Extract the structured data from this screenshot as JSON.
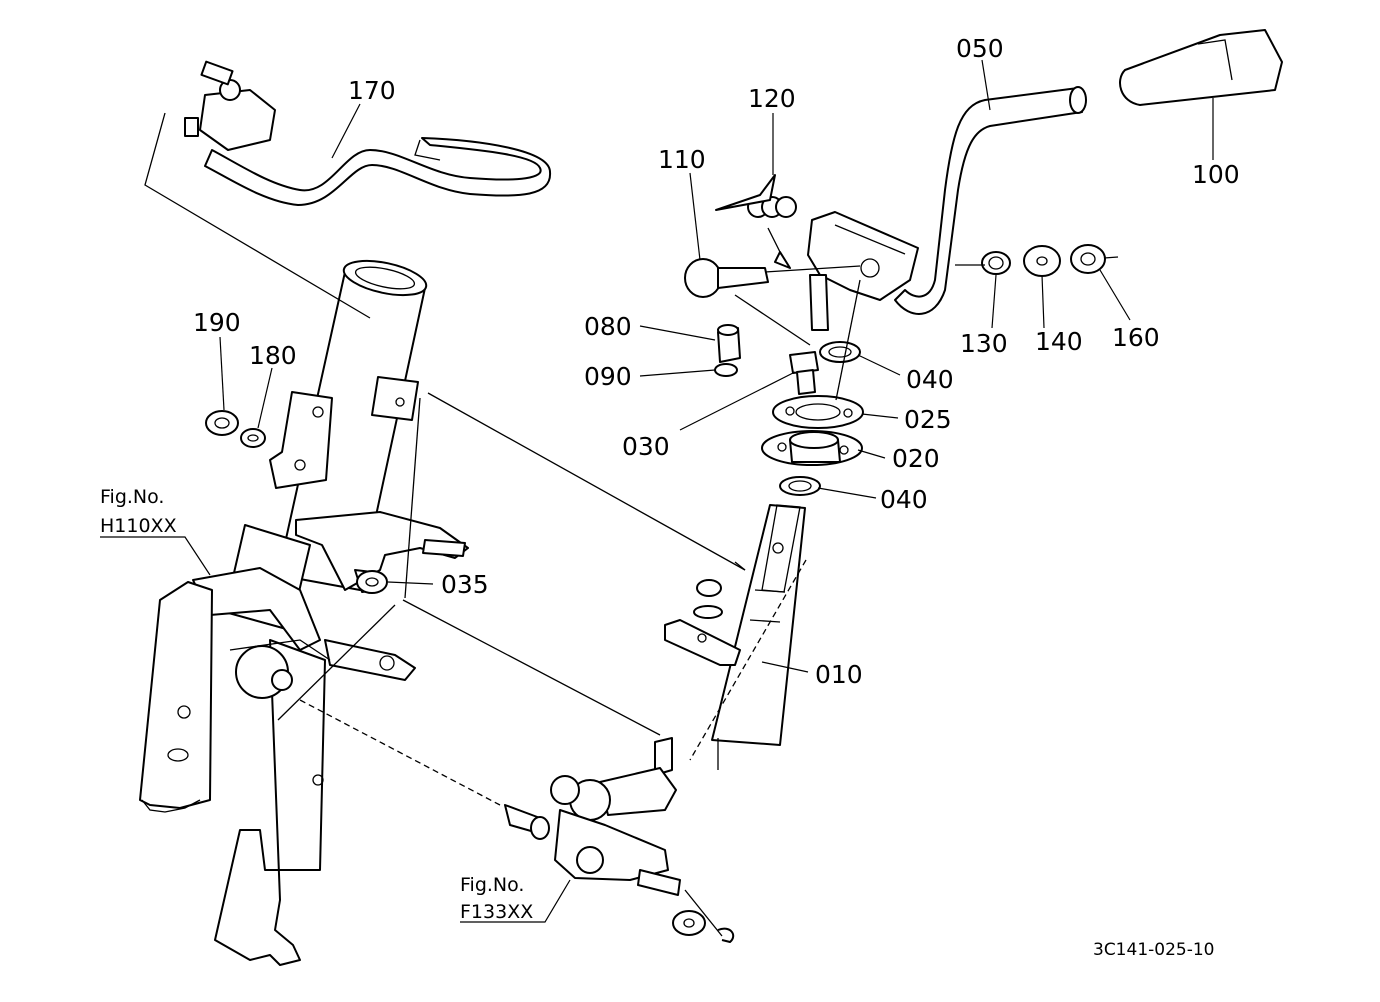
{
  "diagram": {
    "callouts": {
      "p170": "170",
      "p050": "050",
      "p120": "120",
      "p110": "110",
      "p100": "100",
      "p190": "190",
      "p180": "180",
      "p080": "080",
      "p090": "090",
      "p130": "130",
      "p140": "140",
      "p160": "160",
      "p040a": "040",
      "p025": "025",
      "p030": "030",
      "p020": "020",
      "p040b": "040",
      "p035": "035",
      "p010": "010"
    },
    "figure_refs": {
      "ref1_label": "Fig.No.",
      "ref1_code": "H110XX",
      "ref2_label": "Fig.No.",
      "ref2_code": "F133XX"
    },
    "drawing_code": "3C141-025-10"
  }
}
